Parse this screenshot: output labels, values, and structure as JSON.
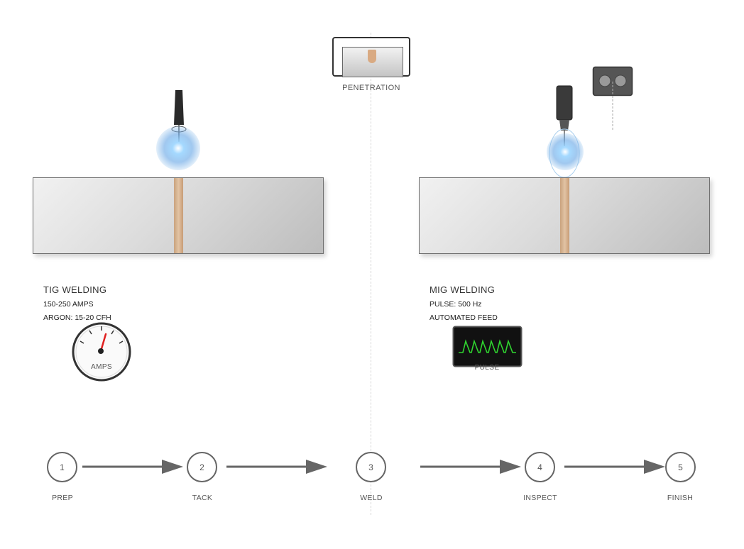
{
  "penetration": {
    "label": "PENETRATION"
  },
  "tig": {
    "title": "TIG WELDING",
    "spec1": "150-250 AMPS",
    "spec2": "ARGON: 15-20 CFH",
    "gauge_label": "AMPS"
  },
  "mig": {
    "title": "MIG WELDING",
    "spec1": "PULSE: 500 Hz",
    "spec2": "AUTOMATED FEED",
    "scope_label": "PULSE"
  },
  "steps": [
    {
      "number": "1",
      "label": "PREP"
    },
    {
      "number": "2",
      "label": "TACK"
    },
    {
      "number": "3",
      "label": "WELD"
    },
    {
      "number": "4",
      "label": "INSPECT"
    },
    {
      "number": "5",
      "label": "FINISH"
    }
  ],
  "colors": {
    "arc": "#9fd3ff",
    "seam": "#d4b08c",
    "pulse": "#2fd62f",
    "needle": "#e02020"
  }
}
